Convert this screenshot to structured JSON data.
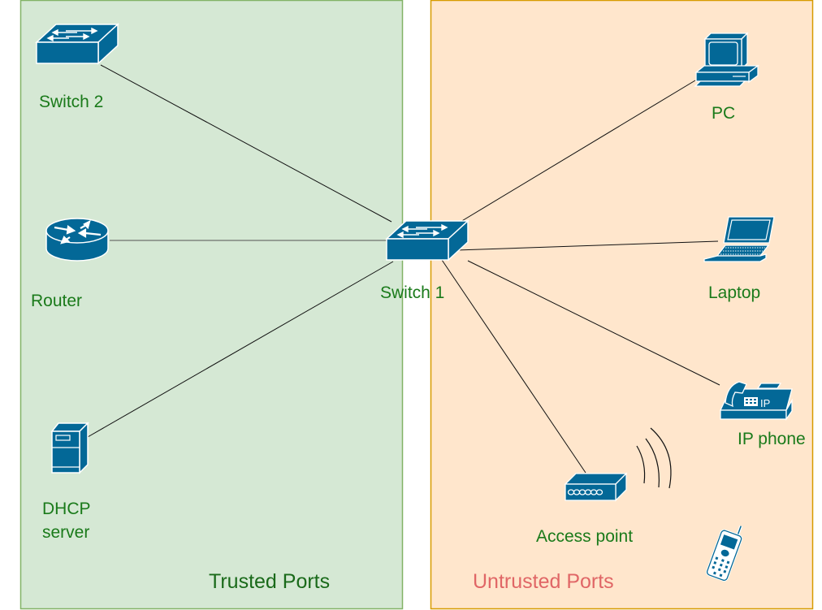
{
  "diagram": {
    "zones": [
      {
        "id": "trusted",
        "label": "Trusted Ports",
        "fill": "#d5e8d4",
        "stroke": "#82b366",
        "label_color": "#1a6a1a"
      },
      {
        "id": "untrusted",
        "label": "Untrusted Ports",
        "fill": "#ffe6cc",
        "stroke": "#d79b00",
        "label_color": "#e06666"
      }
    ],
    "icon_color": "#036897",
    "label_color": "#1a7a1a",
    "nodes": [
      {
        "id": "switch2",
        "label": "Switch 2",
        "icon": "switch-icon",
        "zone": "trusted"
      },
      {
        "id": "router",
        "label": "Router",
        "icon": "router-icon",
        "zone": "trusted"
      },
      {
        "id": "dhcp",
        "label_lines": [
          "DHCP",
          "server"
        ],
        "icon": "server-icon",
        "zone": "trusted"
      },
      {
        "id": "switch1",
        "label": "Switch 1",
        "icon": "switch-icon",
        "zone": "center"
      },
      {
        "id": "pc",
        "label": "PC",
        "icon": "pc-icon",
        "zone": "untrusted"
      },
      {
        "id": "laptop",
        "label": "Laptop",
        "icon": "laptop-icon",
        "zone": "untrusted"
      },
      {
        "id": "ipphone",
        "label": "IP phone",
        "icon": "ip-phone-icon",
        "zone": "untrusted"
      },
      {
        "id": "ap",
        "label": "Access point",
        "icon": "access-point-icon",
        "zone": "untrusted"
      },
      {
        "id": "mobile",
        "label": "",
        "icon": "mobile-phone-icon",
        "zone": "untrusted"
      }
    ],
    "links": [
      {
        "from": "switch1",
        "to": "switch2"
      },
      {
        "from": "switch1",
        "to": "router"
      },
      {
        "from": "switch1",
        "to": "dhcp"
      },
      {
        "from": "switch1",
        "to": "pc"
      },
      {
        "from": "switch1",
        "to": "laptop"
      },
      {
        "from": "switch1",
        "to": "ipphone"
      },
      {
        "from": "switch1",
        "to": "ap"
      }
    ],
    "ip_badge_text": "IP"
  }
}
